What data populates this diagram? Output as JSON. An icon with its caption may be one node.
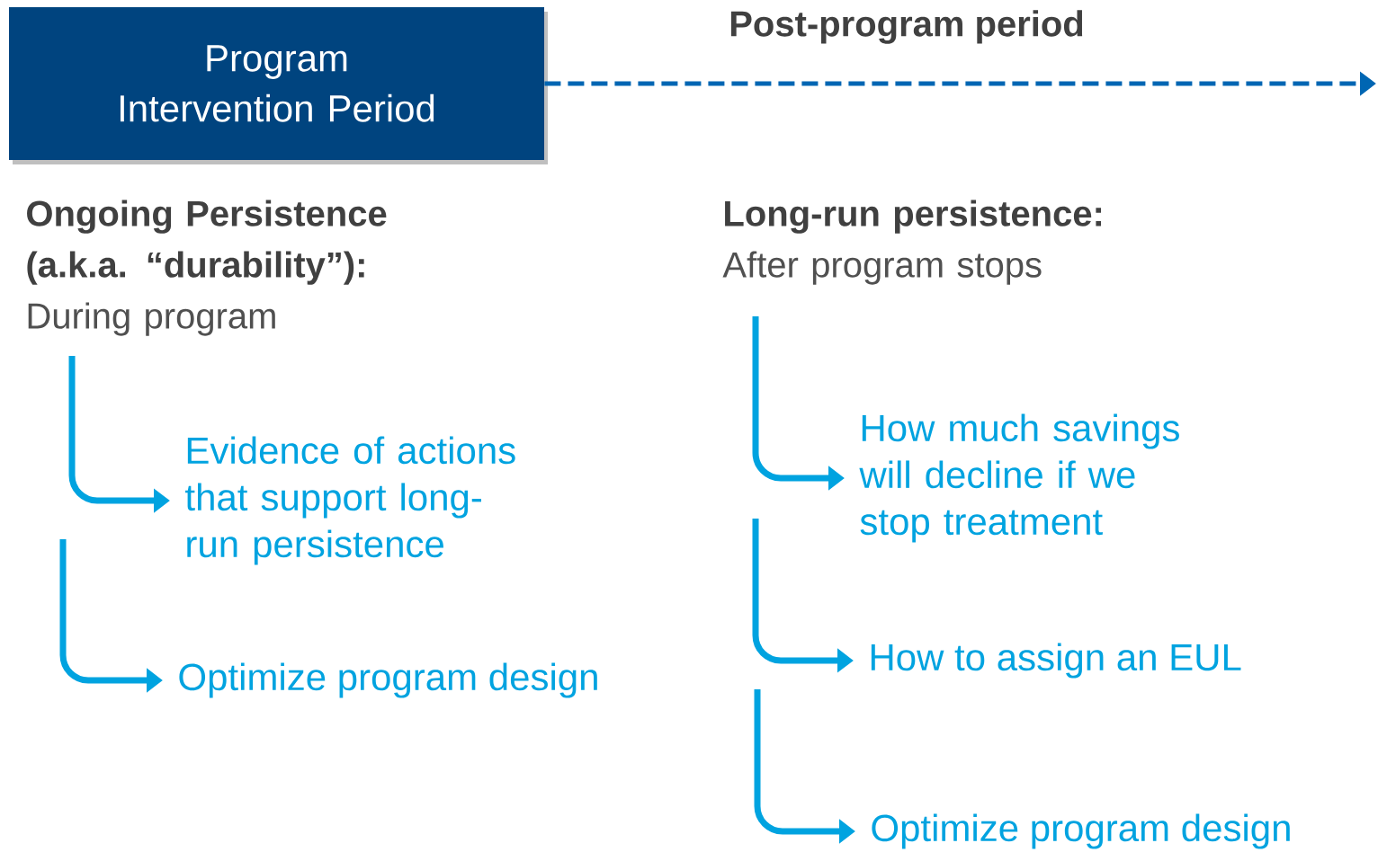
{
  "diagram": {
    "nodes": [
      {
        "text": [
          "Program Intervention Period"
        ]
      },
      {
        "text": [
          "Ongoing Persistence (a.k.a. “durability”):",
          "During program"
        ]
      },
      {
        "text": [
          "Evidence of actions that support long-run persistence"
        ]
      },
      {
        "text": [
          "Optimize program design"
        ]
      },
      {
        "text": [
          "Long-run persistence:",
          "After program stops"
        ]
      },
      {
        "text": [
          "How much savings will decline if we stop treatment"
        ]
      },
      {
        "text": [
          "How to assign an EUL"
        ]
      },
      {
        "text": [
          "Optimize program design"
        ]
      }
    ],
    "edges": [
      {
        "from": 0,
        "to": null,
        "arrow": "to",
        "style": "dashed",
        "color": "#0066b3"
      },
      {
        "from": 1,
        "to": 2,
        "arrow": "to"
      },
      {
        "from": null,
        "to": 3,
        "arrow": "to"
      },
      {
        "from": 4,
        "to": 5,
        "arrow": "to"
      },
      {
        "from": null,
        "to": 6,
        "arrow": "to"
      },
      {
        "from": null,
        "to": 7,
        "arrow": "to"
      }
    ],
    "labels": [
      "Post-program period"
    ]
  }
}
